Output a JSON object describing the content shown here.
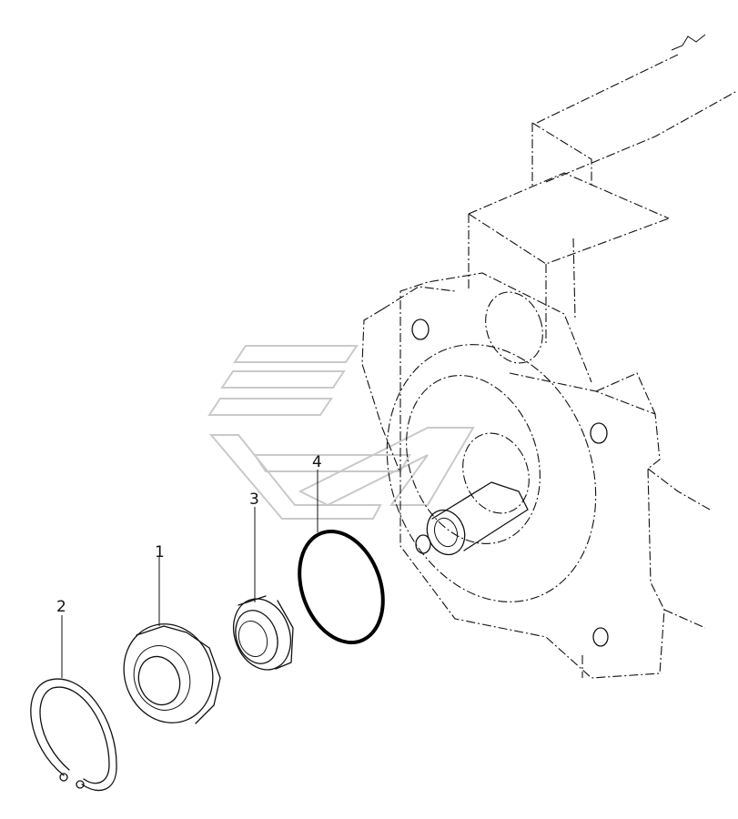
{
  "callouts": [
    {
      "id": "1",
      "label": "1"
    },
    {
      "id": "2",
      "label": "2"
    },
    {
      "id": "3",
      "label": "3"
    },
    {
      "id": "4",
      "label": "4"
    }
  ],
  "parts": {
    "retaining_ring": {
      "callout": "2"
    },
    "seal_housing": {
      "callout": "1"
    },
    "oil_seal": {
      "callout": "3"
    },
    "o_ring": {
      "callout": "4"
    }
  },
  "colors": {
    "ink": "#111111",
    "watermark": "#c9c9c9",
    "background": "#ffffff"
  }
}
